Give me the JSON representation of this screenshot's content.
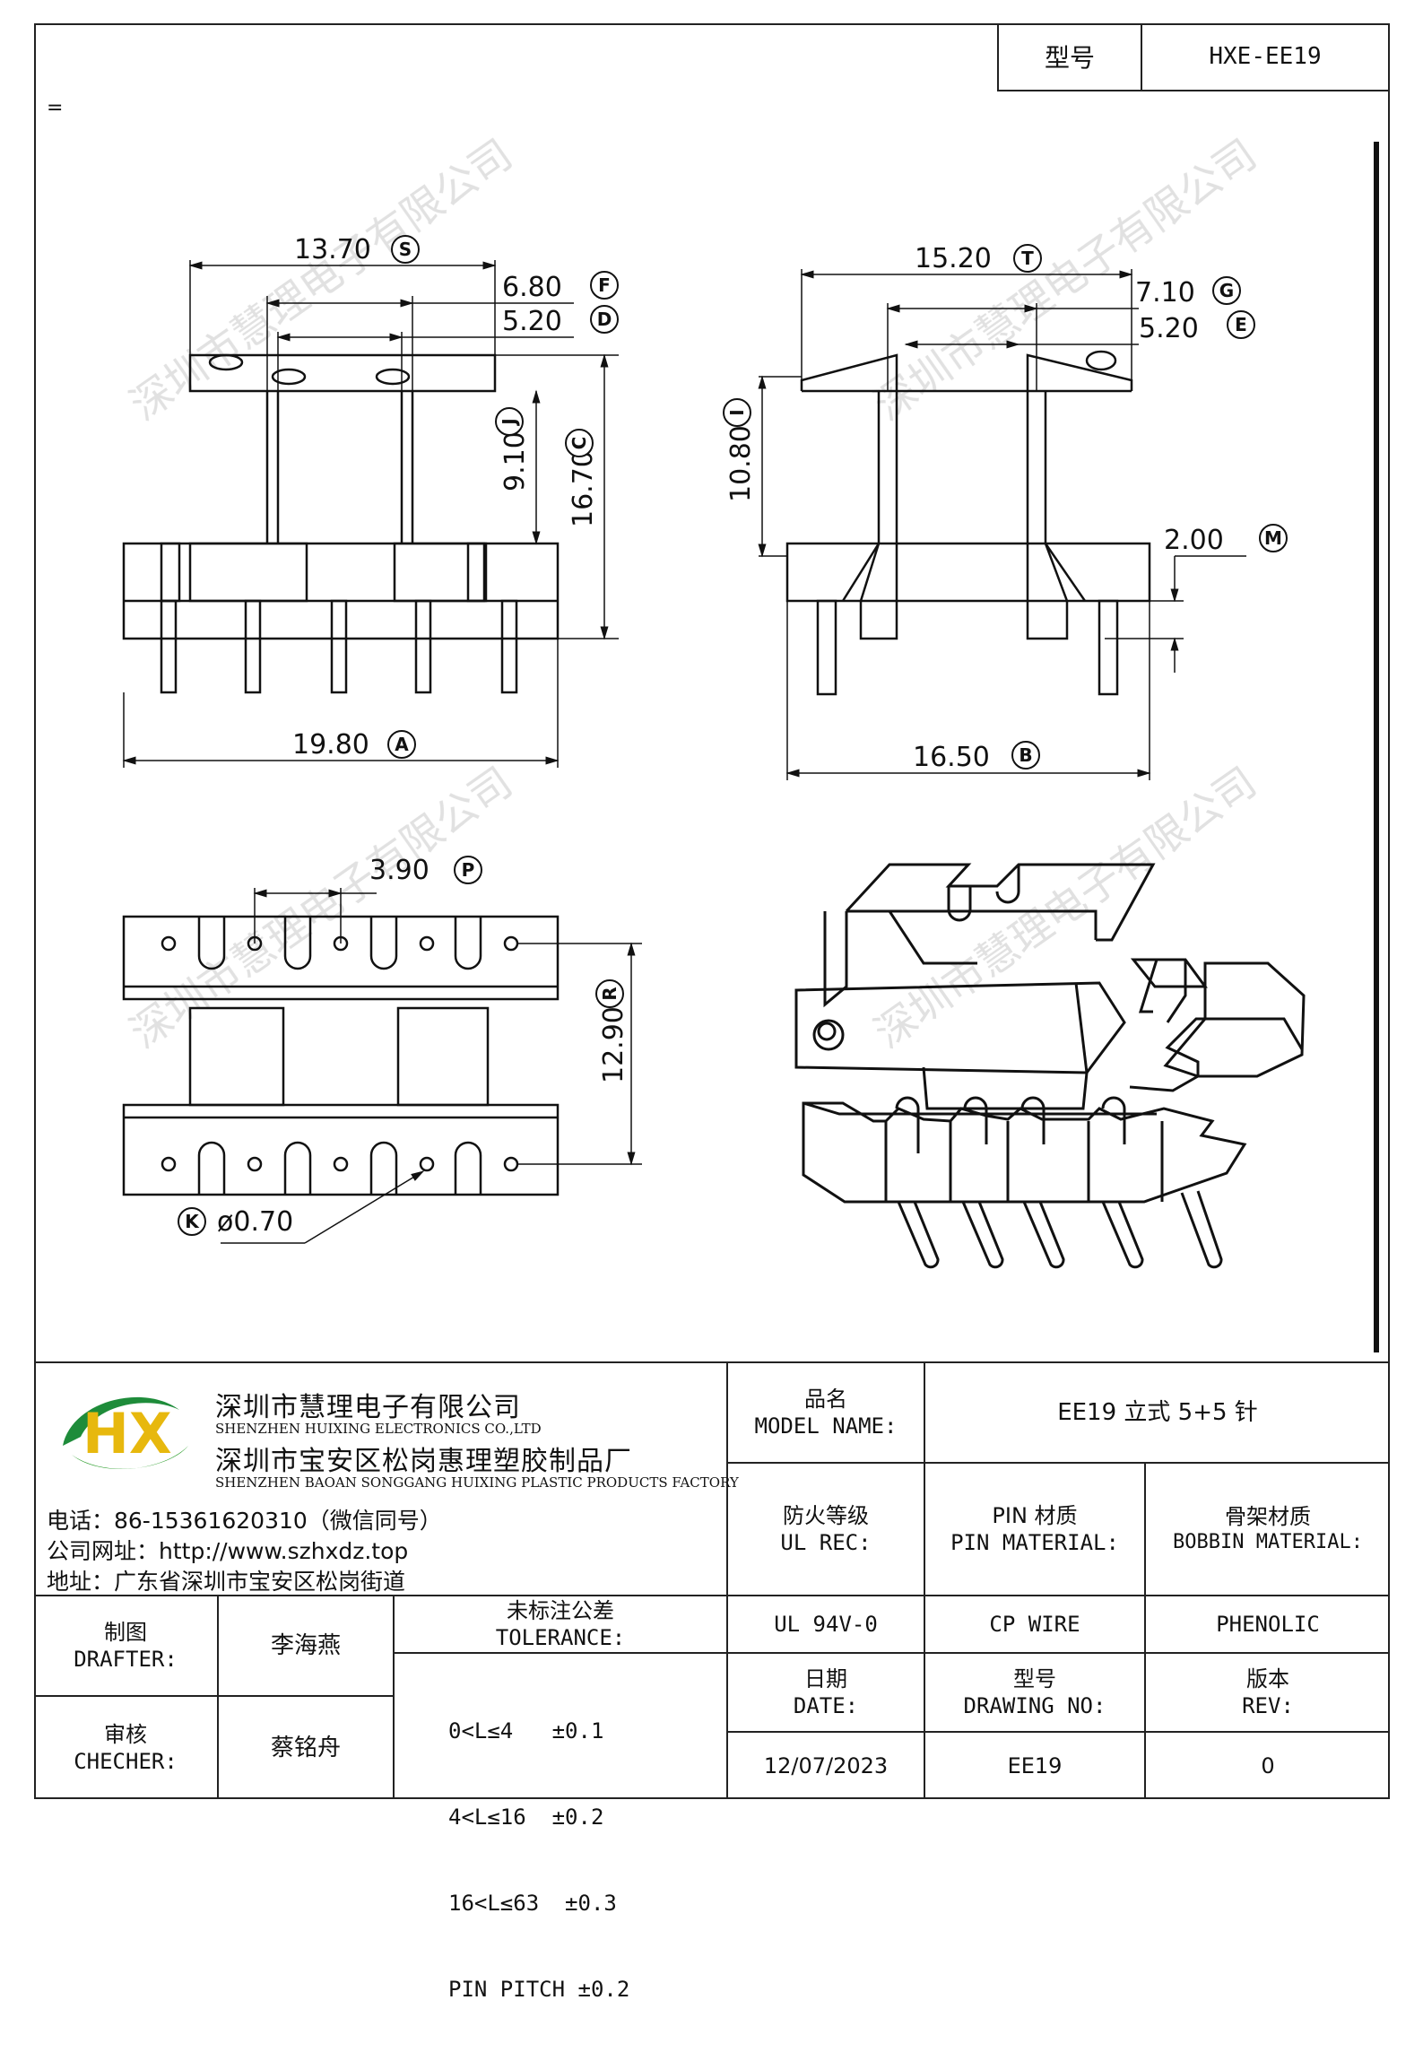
{
  "header": {
    "model_label": "型号",
    "model_value": "HXE-EE19",
    "corner_mark": "="
  },
  "watermark": "深圳市慧理电子有限公司",
  "dims": {
    "S": "13.70",
    "F": "6.80",
    "D": "5.20",
    "J": "9.10",
    "C": "16.70",
    "A": "19.80",
    "T": "15.20",
    "G": "7.10",
    "E": "5.20",
    "I": "10.80",
    "M": "2.00",
    "B": "16.50",
    "P": "3.90",
    "R": "12.90",
    "K": "ø0.70"
  },
  "dim_letters": {
    "S": "S",
    "F": "F",
    "D": "D",
    "J": "J",
    "C": "C",
    "A": "A",
    "T": "T",
    "G": "G",
    "E": "E",
    "I": "I",
    "M": "M",
    "B": "B",
    "P": "P",
    "R": "R",
    "K": "K"
  },
  "company": {
    "logo_text": "HX",
    "name_cn": "深圳市慧理电子有限公司",
    "name_en": "SHENZHEN HUIXING ELECTRONICS CO.,LTD",
    "factory_cn": "深圳市宝安区松岗惠理塑胶制品厂",
    "factory_en": "SHENZHEN BAOAN SONGGANG HUIXING PLASTIC PRODUCTS FACTORY",
    "phone": "电话：86-15361620310（微信同号）",
    "website": "公司网址：http://www.szhxdz.top",
    "address": "地址：广东省深圳市宝安区松岗街道"
  },
  "title_block": {
    "model_name_cn": "品名",
    "model_name_en": "MODEL NAME:",
    "model_name_value": "EE19 立式 5+5 针",
    "ul_cn": "防火等级",
    "ul_en": "UL REC:",
    "pin_cn": "PIN 材质",
    "pin_en": "PIN MATERIAL:",
    "bobbin_cn": "骨架材质",
    "bobbin_en": "BOBBIN MATERIAL:",
    "ul_value": "UL 94V-0",
    "pin_value": "CP WIRE",
    "bobbin_value": "PHENOLIC",
    "drafter_cn": "制图",
    "drafter_en": "DRAFTER:",
    "drafter_name": "李海燕",
    "checker_cn": "审核",
    "checker_en": "CHECHER:",
    "checker_name": "蔡铭舟",
    "tolerance_cn": "未标注公差",
    "tolerance_en": "TOLERANCE:",
    "tolerances": [
      "0<L≤4   ±0.1",
      "4<L≤16  ±0.2",
      "16<L≤63  ±0.3",
      "PIN PITCH ±0.2"
    ],
    "date_cn": "日期",
    "date_en": "DATE:",
    "date_value": "12/07/2023",
    "dwg_cn": "型号",
    "dwg_en": "DRAWING NO:",
    "dwg_value": "EE19",
    "rev_cn": "版本",
    "rev_en": "REV:",
    "rev_value": "0"
  }
}
